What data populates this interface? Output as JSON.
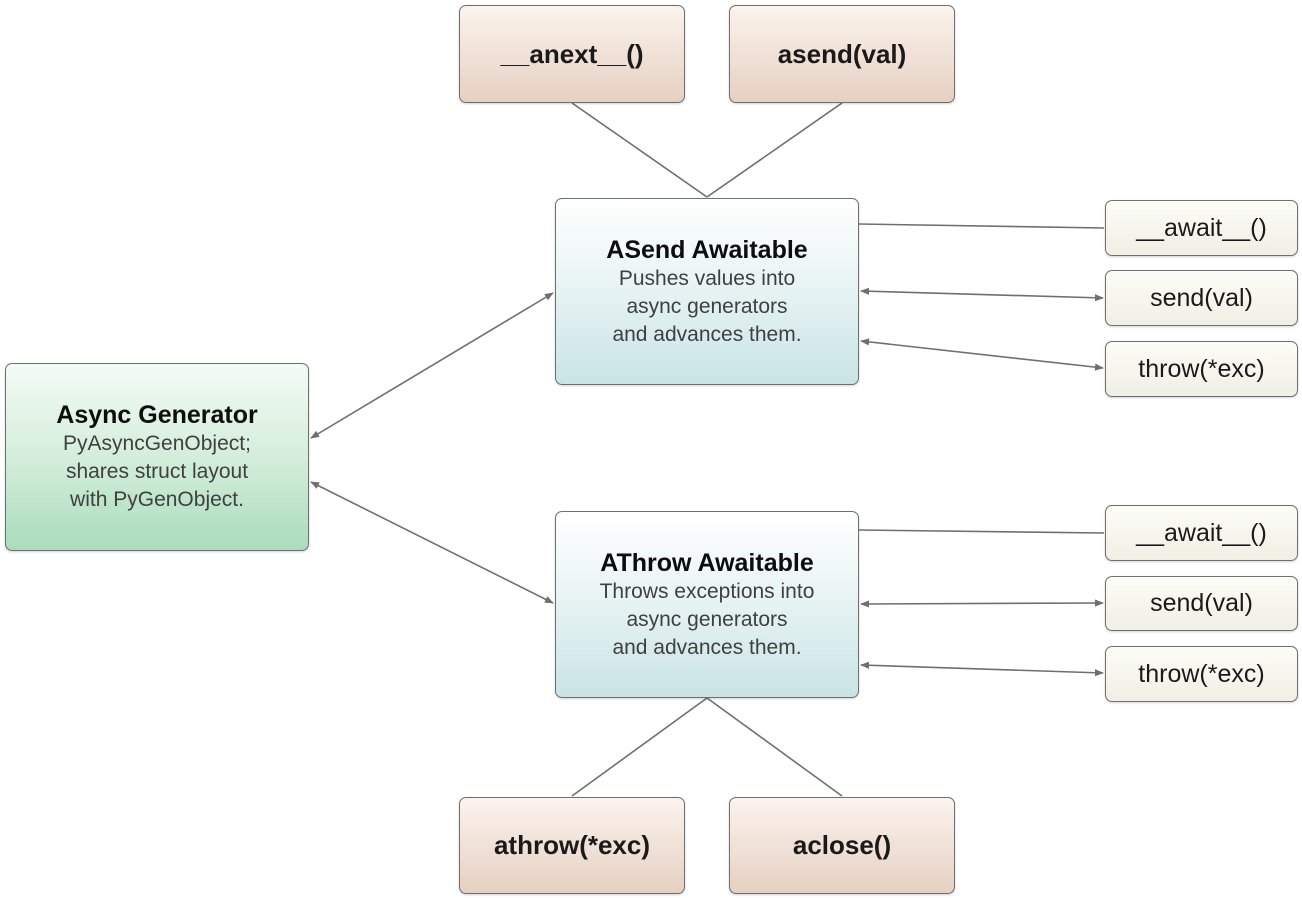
{
  "generator": {
    "title": "Async Generator",
    "desc": [
      "PyAsyncGenObject;",
      "shares struct layout",
      "with PyGenObject."
    ]
  },
  "asend": {
    "title": "ASend Awaitable",
    "desc": [
      "Pushes values into",
      "async generators",
      "and advances them."
    ],
    "top_methods": [
      "__anext__()",
      "asend(val)"
    ],
    "side_methods": [
      "__await__()",
      "send(val)",
      "throw(*exc)"
    ]
  },
  "athrow": {
    "title": "AThrow Awaitable",
    "desc": [
      "Throws exceptions into",
      "async generators",
      "and advances them."
    ],
    "bottom_methods": [
      "athrow(*exc)",
      "aclose()"
    ],
    "side_methods": [
      "__await__()",
      "send(val)",
      "throw(*exc)"
    ]
  },
  "colors": {
    "edge": "#6f6f6f",
    "generator_fill": "#a9dcbc",
    "awaitable_fill": "#c9e4e6",
    "method_fill": "#e6d0c2"
  }
}
